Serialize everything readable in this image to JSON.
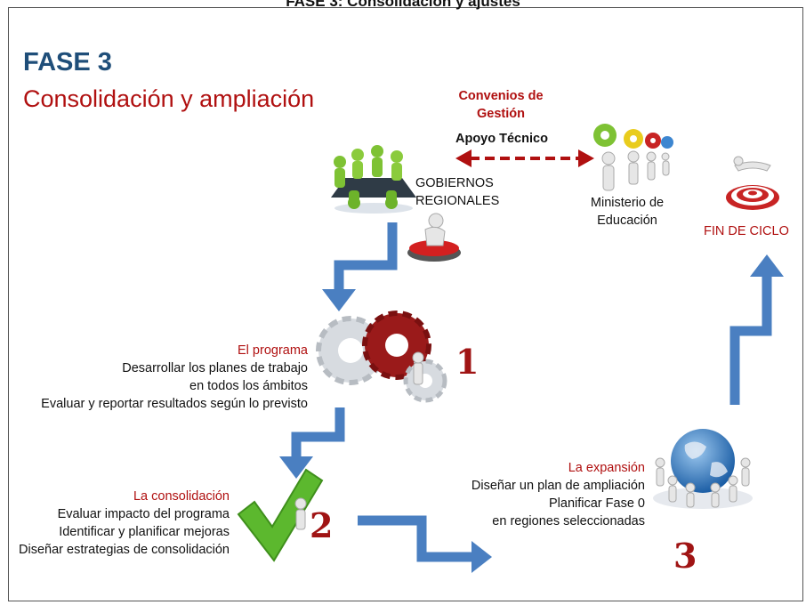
{
  "header": {
    "title": "FASE 3: Consolidación y ajustes"
  },
  "slide": {
    "fase": "FASE 3",
    "subtitle": "Consolidación y ampliación"
  },
  "convenios": {
    "line1": "Convenios de",
    "line2": "Gestión",
    "apoyo": "Apoyo Técnico"
  },
  "gobiernos": {
    "line1": "GOBIERNOS",
    "line2": "REGIONALES"
  },
  "ministerio": {
    "line1": "Ministerio de",
    "line2": "Educación"
  },
  "fin": {
    "label": "FIN DE CICLO"
  },
  "programa": {
    "title": "El programa",
    "lines": [
      "Desarrollar los planes de trabajo",
      "en todos los ámbitos",
      "Evaluar y reportar  resultados según lo previsto"
    ],
    "number": "1"
  },
  "consolidacion": {
    "title": "La consolidación",
    "lines": [
      "Evaluar impacto del programa",
      "Identificar y planificar mejoras",
      "Diseñar estrategias de consolidación"
    ],
    "number": "2"
  },
  "expansion": {
    "title": "La expansión",
    "lines": [
      "Diseñar un plan de ampliación",
      "Planificar Fase 0",
      "en regiones seleccionadas"
    ],
    "number": "3"
  },
  "colors": {
    "accent_blue": "#4a7fc1",
    "accent_red": "#b01010",
    "title_blue": "#1f4e79",
    "check_green": "#5cb82e"
  }
}
